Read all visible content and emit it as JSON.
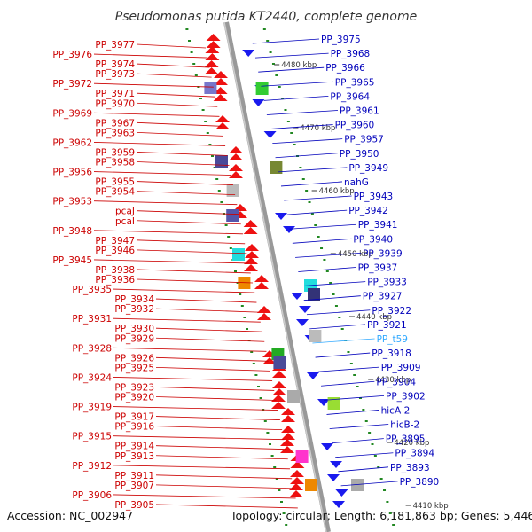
{
  "title": "Pseudomonas putida KT2440, complete genome",
  "footer": {
    "accession": "Accession: NC_002947",
    "summary": "Topology: circular; Length: 6,181,863 bp; Genes: 5,446"
  },
  "colors": {
    "left_label": "#cc0000",
    "right_label": "#0000bb",
    "rna_label": "#33aaff",
    "backbone": "#999999",
    "tick_dot": "#228822",
    "plus_strand": "#ee1111",
    "minus_strand": "#1a1aee"
  },
  "scale_ticks": [
    "4480 kbp",
    "4470 kbp",
    "4460 kbp",
    "4450 kbp",
    "4440 kbp",
    "4430 kbp",
    "4420 kbp",
    "4410 kbp"
  ],
  "left_genes": [
    "PP_3977",
    "PP_3976",
    "PP_3974",
    "PP_3973",
    "PP_3972",
    "PP_3971",
    "PP_3970",
    "PP_3969",
    "PP_3967",
    "PP_3963",
    "PP_3962",
    "PP_3959",
    "PP_3958",
    "PP_3956",
    "PP_3955",
    "PP_3954",
    "PP_3953",
    "pcaJ",
    "pcaI",
    "PP_3948",
    "PP_3947",
    "PP_3946",
    "PP_3945",
    "PP_3938",
    "PP_3936",
    "PP_3935",
    "PP_3934",
    "PP_3932",
    "PP_3931",
    "PP_3930",
    "PP_3929",
    "PP_3928",
    "PP_3926",
    "PP_3925",
    "PP_3924",
    "PP_3923",
    "PP_3920",
    "PP_3919",
    "PP_3917",
    "PP_3916",
    "PP_3915",
    "PP_3914",
    "PP_3913",
    "PP_3912",
    "PP_3911",
    "PP_3907",
    "PP_3906",
    "PP_3905"
  ],
  "right_genes": [
    "PP_3975",
    "PP_3968",
    "PP_3966",
    "PP_3965",
    "PP_3964",
    "PP_3961",
    "PP_3960",
    "PP_3957",
    "PP_3950",
    "PP_3949",
    "nahG",
    "PP_3943",
    "PP_3942",
    "PP_3941",
    "PP_3940",
    "PP_3939",
    "PP_3937",
    "PP_3933",
    "PP_3927",
    "PP_3922",
    "PP_3921",
    "PP_t59",
    "PP_3918",
    "PP_3909",
    "PP_3904",
    "PP_3902",
    "hicA-2",
    "hicB-2",
    "PP_3895",
    "PP_3894",
    "PP_3893",
    "PP_3890"
  ]
}
